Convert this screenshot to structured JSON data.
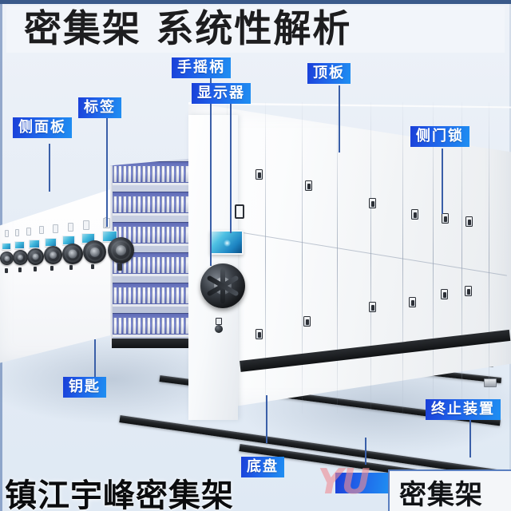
{
  "page": {
    "title": "密集架 系统性解析",
    "background_color": "#e9eff6",
    "accent_color": "#1f5fe8",
    "topbar_color": "#3b5a8a"
  },
  "callouts": [
    {
      "id": "hand-crank",
      "label": "手摇柄"
    },
    {
      "id": "display",
      "label": "显示器"
    },
    {
      "id": "top-panel",
      "label": "顶板"
    },
    {
      "id": "side-panel",
      "label": "侧面板"
    },
    {
      "id": "label-holder",
      "label": "标签"
    },
    {
      "id": "side-door-lock",
      "label": "侧门锁"
    },
    {
      "id": "key",
      "label": "钥匙"
    },
    {
      "id": "base-chassis",
      "label": "底盘"
    },
    {
      "id": "stop-device",
      "label": "终止装置"
    }
  ],
  "branding": {
    "bottom_left": "镇江宇峰密集架",
    "watermark": "YU",
    "corner_box_text": "密集架"
  }
}
